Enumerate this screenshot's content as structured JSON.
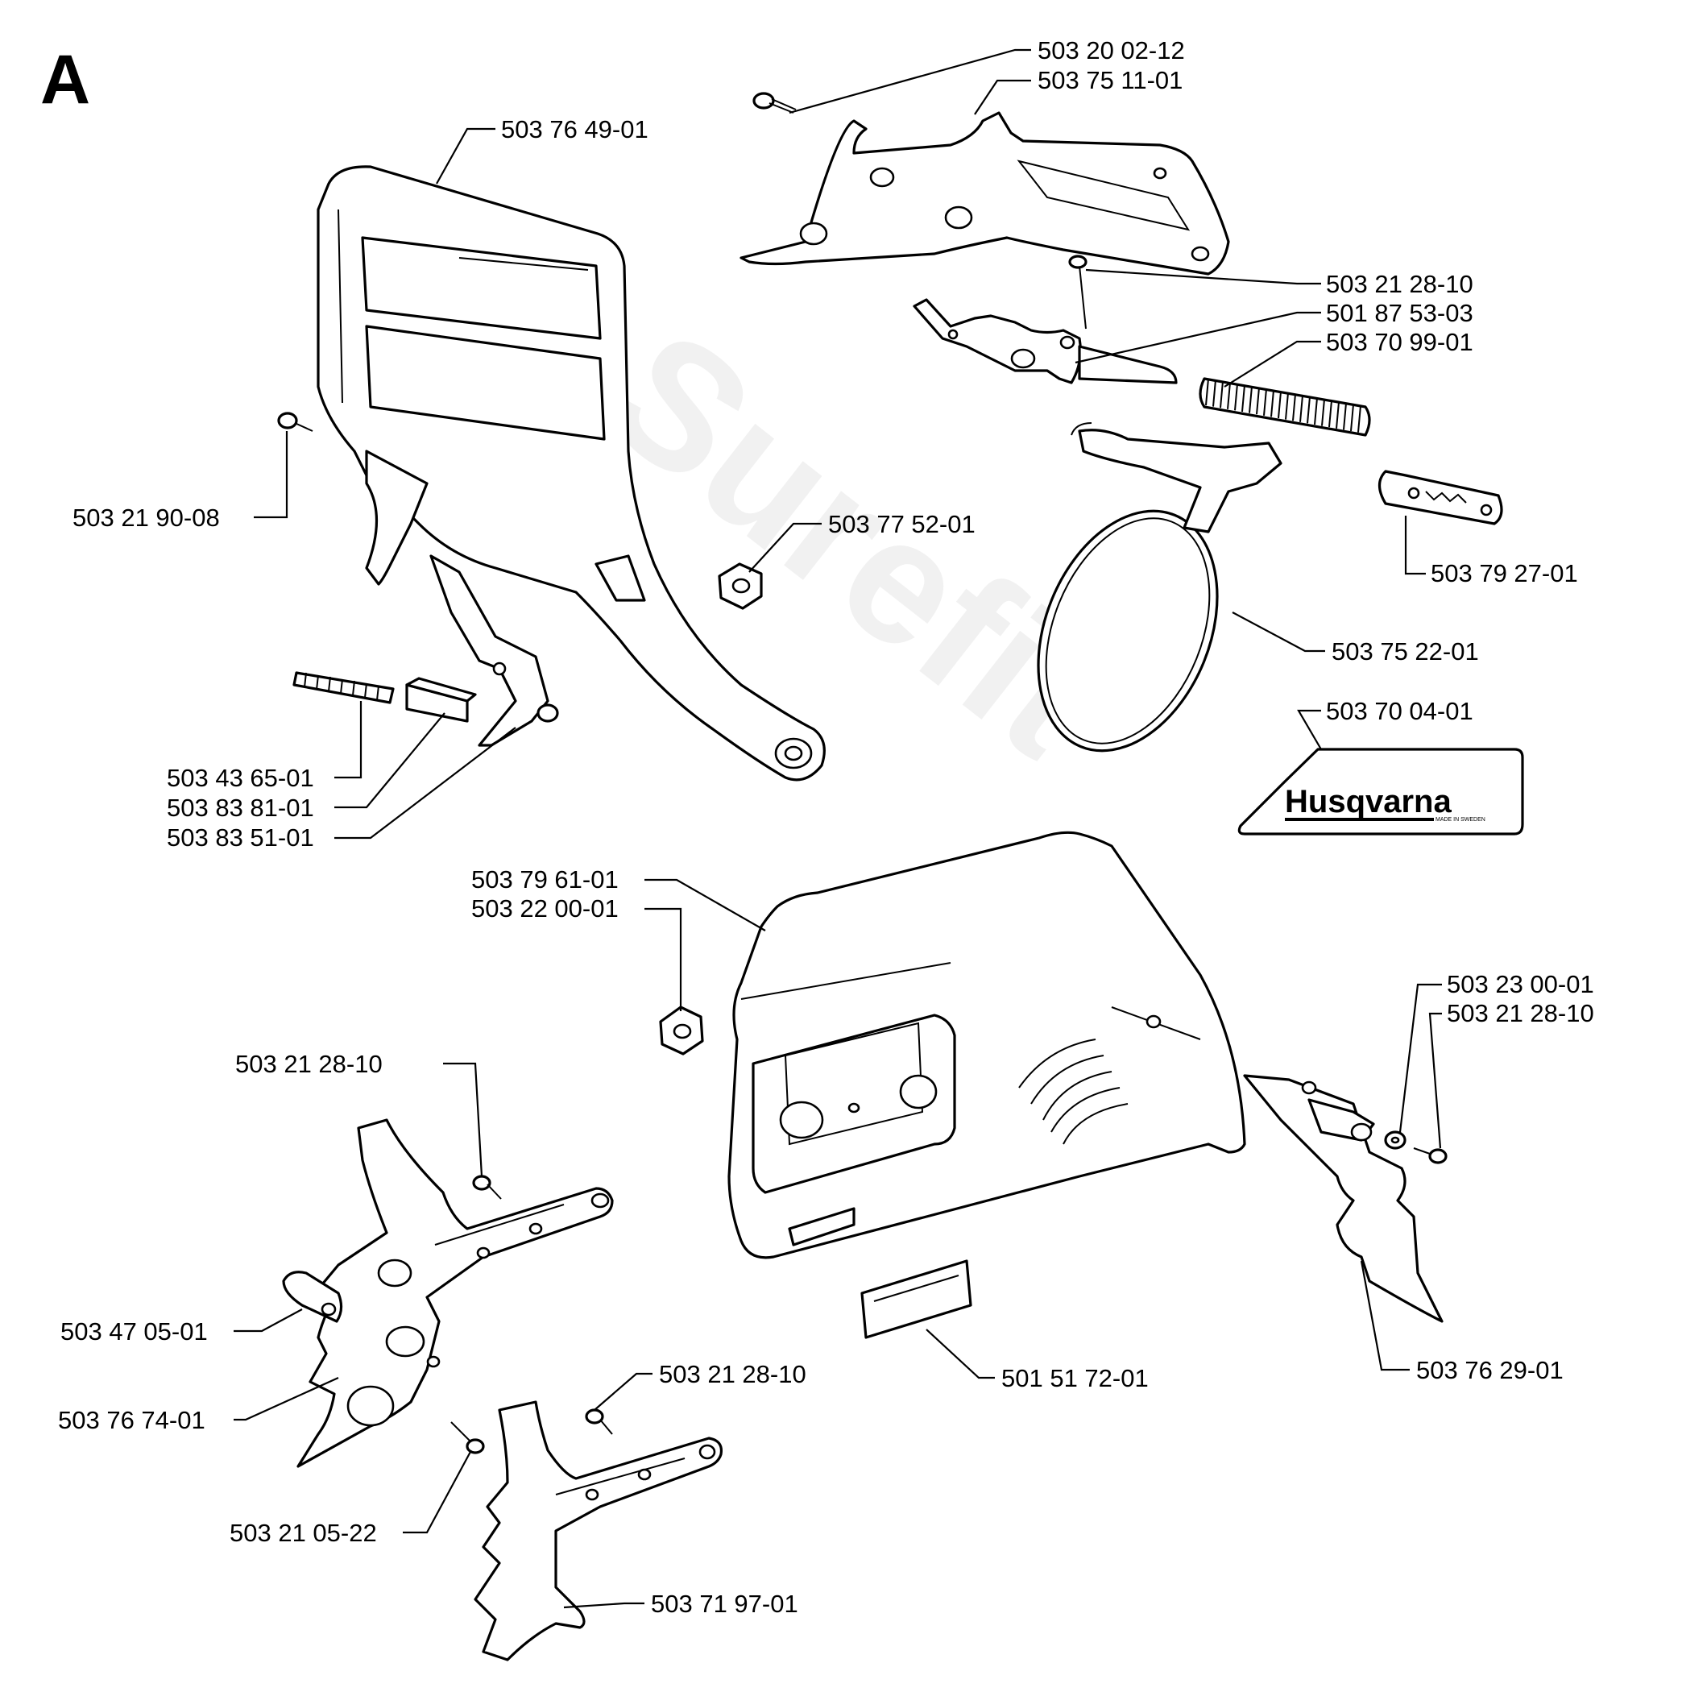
{
  "section_letter": "A",
  "labels": {
    "top_screw": "503 20 02-12",
    "top_bracket": "503 75 11-01",
    "chain_brake_handle": "503 76 49-01",
    "screw_left": "503 21 90-08",
    "bushing_handle": "503 77 52-01",
    "spring_small": "503 43 65-01",
    "spacer_small": "503 83 81-01",
    "lever_small": "503 83 51-01",
    "screw_right_top": "503 21 28-10",
    "brake_lever": "501 87 53-03",
    "spring_large": "503 70 99-01",
    "spring_holder": "503 79 27-01",
    "brake_band": "503 75 22-01",
    "decal": "503 70 04-01",
    "clutch_cover": "503 79 61-01",
    "cover_nut": "503 22 00-01",
    "washer_right": "503 23 00-01",
    "screw_right_mid": "503 21 28-10",
    "screw_left_mid": "503 21 28-10",
    "bumper_small": "503 47 05-01",
    "spike_bumper_a": "503 76 74-01",
    "screw_bottom": "503 21 28-10",
    "screw_bottom_left": "503 21 05-22",
    "spike_bumper_b": "503 71 97-01",
    "cover_plug": "501 51 72-01",
    "spike_bumper_c": "503 76 29-01"
  },
  "decal_text": {
    "brand": "Husqvarna",
    "made_in": "MADE IN SWEDEN"
  },
  "watermark": "Surefit"
}
